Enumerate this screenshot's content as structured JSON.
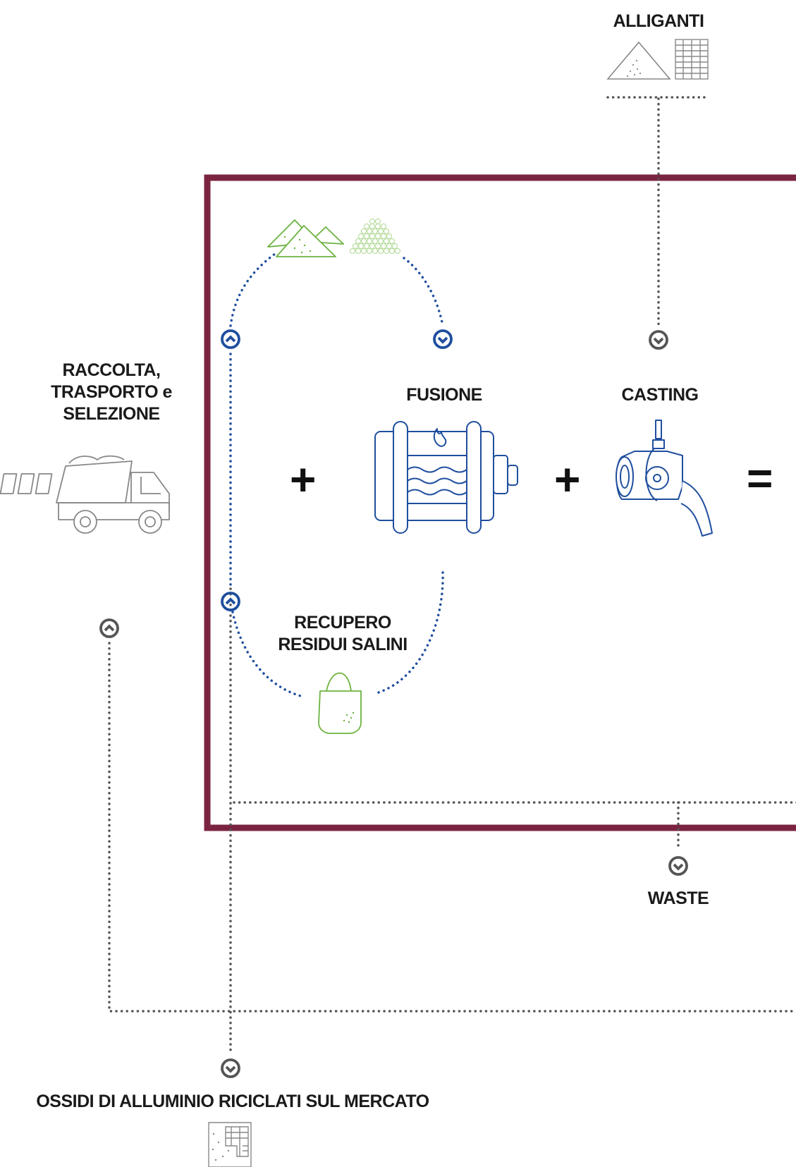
{
  "labels": {
    "alliganti": "ALLIGANTI",
    "raccolta": [
      "RACCOLTA,",
      "TRASPORTO e",
      "SELEZIONE"
    ],
    "fusione": "FUSIONE",
    "casting": "CASTING",
    "recupero": [
      "RECUPERO",
      "RESIDUI SALINI"
    ],
    "waste": "WASTE",
    "ossidi": "OSSIDI DI ALLUMINIO RICICLATI SUL MERCATO"
  },
  "operators": {
    "plus_1": "+",
    "plus_2": "+",
    "equals": "="
  },
  "icons": {
    "alloy_pile": "sand-pile-icon",
    "alloy_bars": "ingot-stack-icon",
    "truck": "dump-truck-icon",
    "salt_piles": "salt-pile-icon",
    "granules": "granules-icon",
    "furnace": "rotary-furnace-icon",
    "ladle": "casting-ladle-icon",
    "bag": "bag-icon",
    "oxide_block": "oxide-block-icon"
  },
  "colors": {
    "frame": "#7a2440",
    "blue": "#1f4e9e",
    "green": "#6cb33f",
    "gray": "#555555",
    "icon_gray": "#888888"
  }
}
